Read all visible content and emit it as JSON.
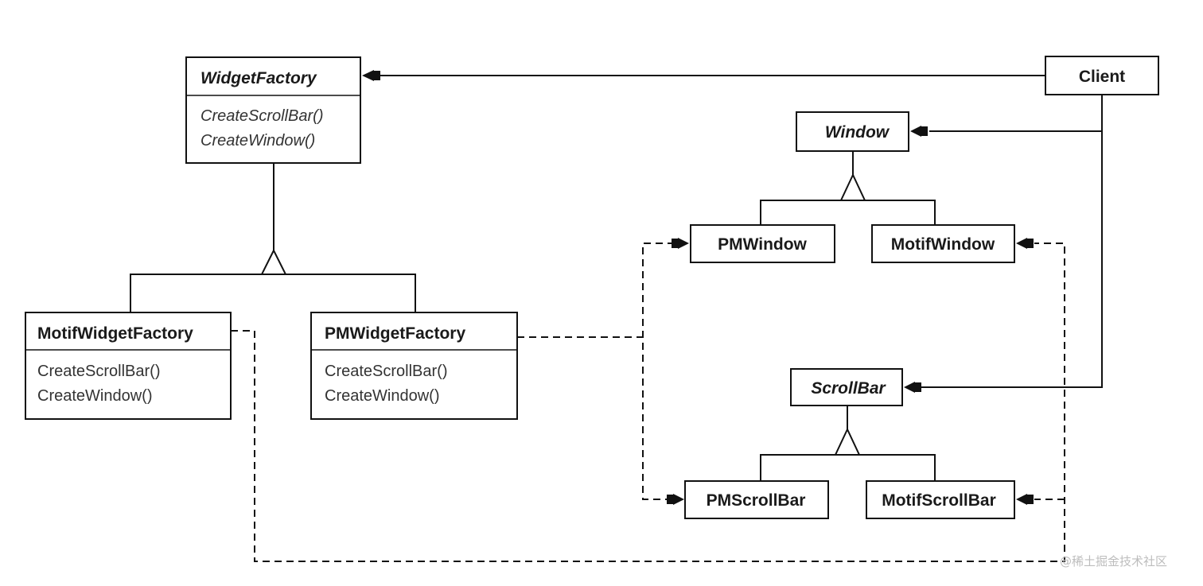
{
  "classes": {
    "widget_factory": {
      "name": "WidgetFactory",
      "operations": [
        "CreateScrollBar()",
        "CreateWindow()"
      ]
    },
    "motif_widget_factory": {
      "name": "MotifWidgetFactory",
      "operations": [
        "CreateScrollBar()",
        "CreateWindow()"
      ]
    },
    "pm_widget_factory": {
      "name": "PMWidgetFactory",
      "operations": [
        "CreateScrollBar()",
        "CreateWindow()"
      ]
    },
    "client": {
      "name": "Client"
    },
    "window": {
      "name": "Window"
    },
    "pm_window": {
      "name": "PMWindow"
    },
    "motif_window": {
      "name": "MotifWindow"
    },
    "scroll_bar": {
      "name": "ScrollBar"
    },
    "pm_scroll_bar": {
      "name": "PMScrollBar"
    },
    "motif_scroll_bar": {
      "name": "MotifScrollBar"
    }
  },
  "watermark": "@稀土掘金技术社区",
  "colors": {
    "ink": "#111111",
    "background": "#ffffff",
    "watermark": "#bdbdbd"
  }
}
